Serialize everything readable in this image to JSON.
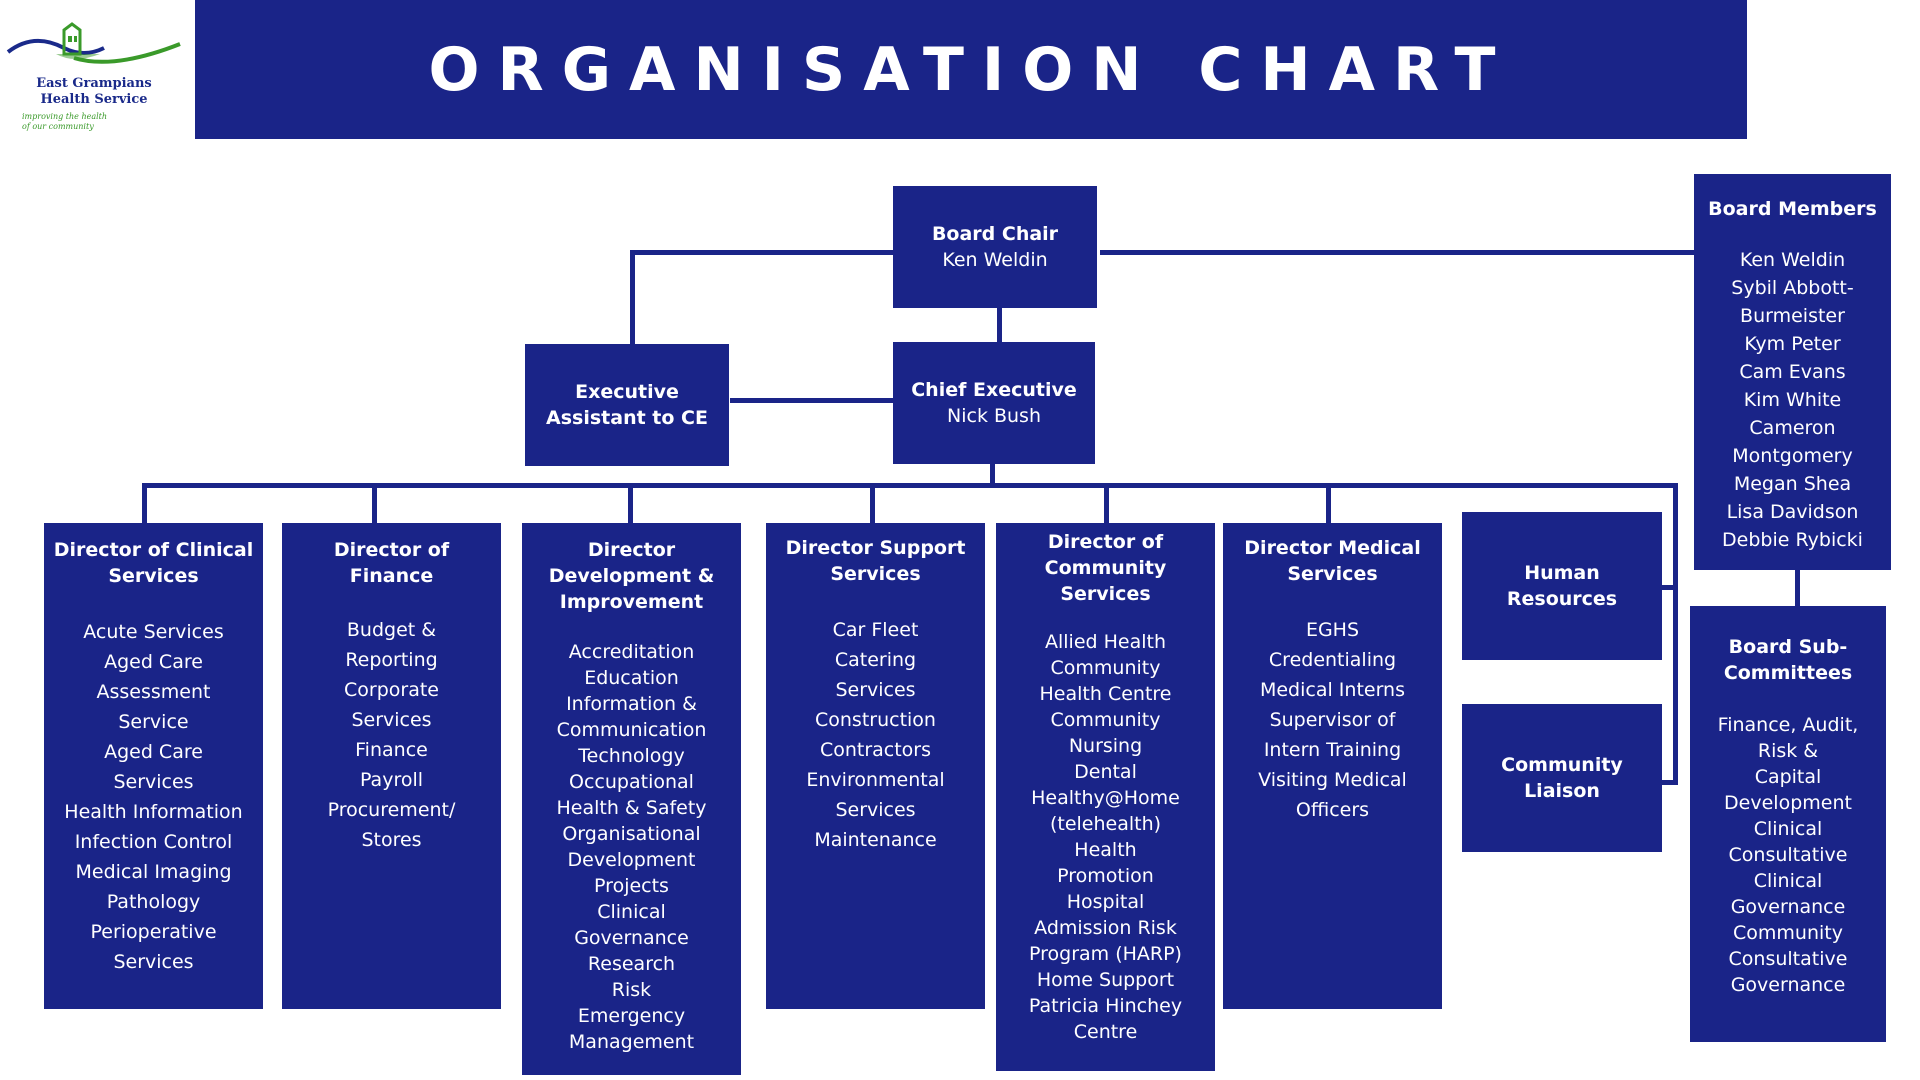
{
  "logo": {
    "name_line1": "East Grampians",
    "name_line2": "Health Service",
    "tagline": "improving the health\nof our community"
  },
  "header": {
    "title": "ORGANISATION CHART"
  },
  "board_chair": {
    "title": "Board Chair",
    "name": "Ken Weldin"
  },
  "chief_executive": {
    "title": "Chief Executive",
    "name": "Nick Bush"
  },
  "executive_assistant": {
    "title": "Executive Assistant to CE"
  },
  "board_members": {
    "title": "Board Members",
    "items": [
      "Ken Weldin",
      "Sybil Abbott-",
      "Burmeister",
      "Kym Peter",
      "Cam Evans",
      "Kim White",
      "Cameron",
      "Montgomery",
      "Megan Shea",
      "Lisa Davidson",
      "Debbie Rybicki"
    ]
  },
  "board_subcommittees": {
    "title": "Board Sub-Committees",
    "items": [
      "Finance, Audit,",
      "Risk &",
      "Capital",
      "Development",
      "Clinical",
      "Consultative",
      "Clinical",
      "Governance",
      "Community",
      "Consultative",
      "Governance"
    ]
  },
  "human_resources": {
    "title": "Human Resources"
  },
  "community_liaison": {
    "title": "Community Liaison"
  },
  "directors": [
    {
      "title": "Director of Clinical Services",
      "items": [
        "Acute Services",
        "Aged Care",
        "Assessment",
        "Service",
        "Aged Care",
        "Services",
        "Health Information",
        "Infection Control",
        "Medical Imaging",
        "Pathology",
        "Perioperative",
        "Services"
      ]
    },
    {
      "title": "Director of Finance",
      "items": [
        "Budget &",
        "Reporting",
        "Corporate",
        "Services",
        "Finance",
        "Payroll",
        "Procurement/",
        "Stores"
      ]
    },
    {
      "title": "Director Development & Improvement",
      "items": [
        "Accreditation",
        "Education",
        "Information &",
        "Communication",
        "Technology",
        "Occupational",
        "Health & Safety",
        "Organisational",
        "Development",
        "Projects",
        "Clinical",
        "Governance",
        "Research",
        "Risk",
        "Emergency",
        "Management"
      ]
    },
    {
      "title": "Director Support Services",
      "items": [
        "Car Fleet",
        "Catering",
        "Services",
        "Construction",
        "Contractors",
        "Environmental",
        "Services",
        "Maintenance"
      ]
    },
    {
      "title": "Director of Community Services",
      "items": [
        "Allied Health",
        "Community",
        "Health Centre",
        "Community",
        "Nursing",
        "Dental",
        "Healthy@Home",
        "(telehealth)",
        "Health",
        "Promotion",
        "Hospital",
        "Admission Risk",
        "Program (HARP)",
        "Home Support",
        "Patricia Hinchey",
        "Centre"
      ]
    },
    {
      "title": "Director Medical Services",
      "items": [
        "EGHS",
        "Credentialing",
        "Medical Interns",
        "Supervisor of",
        "Intern Training",
        "Visiting Medical",
        "Officers"
      ]
    }
  ]
}
